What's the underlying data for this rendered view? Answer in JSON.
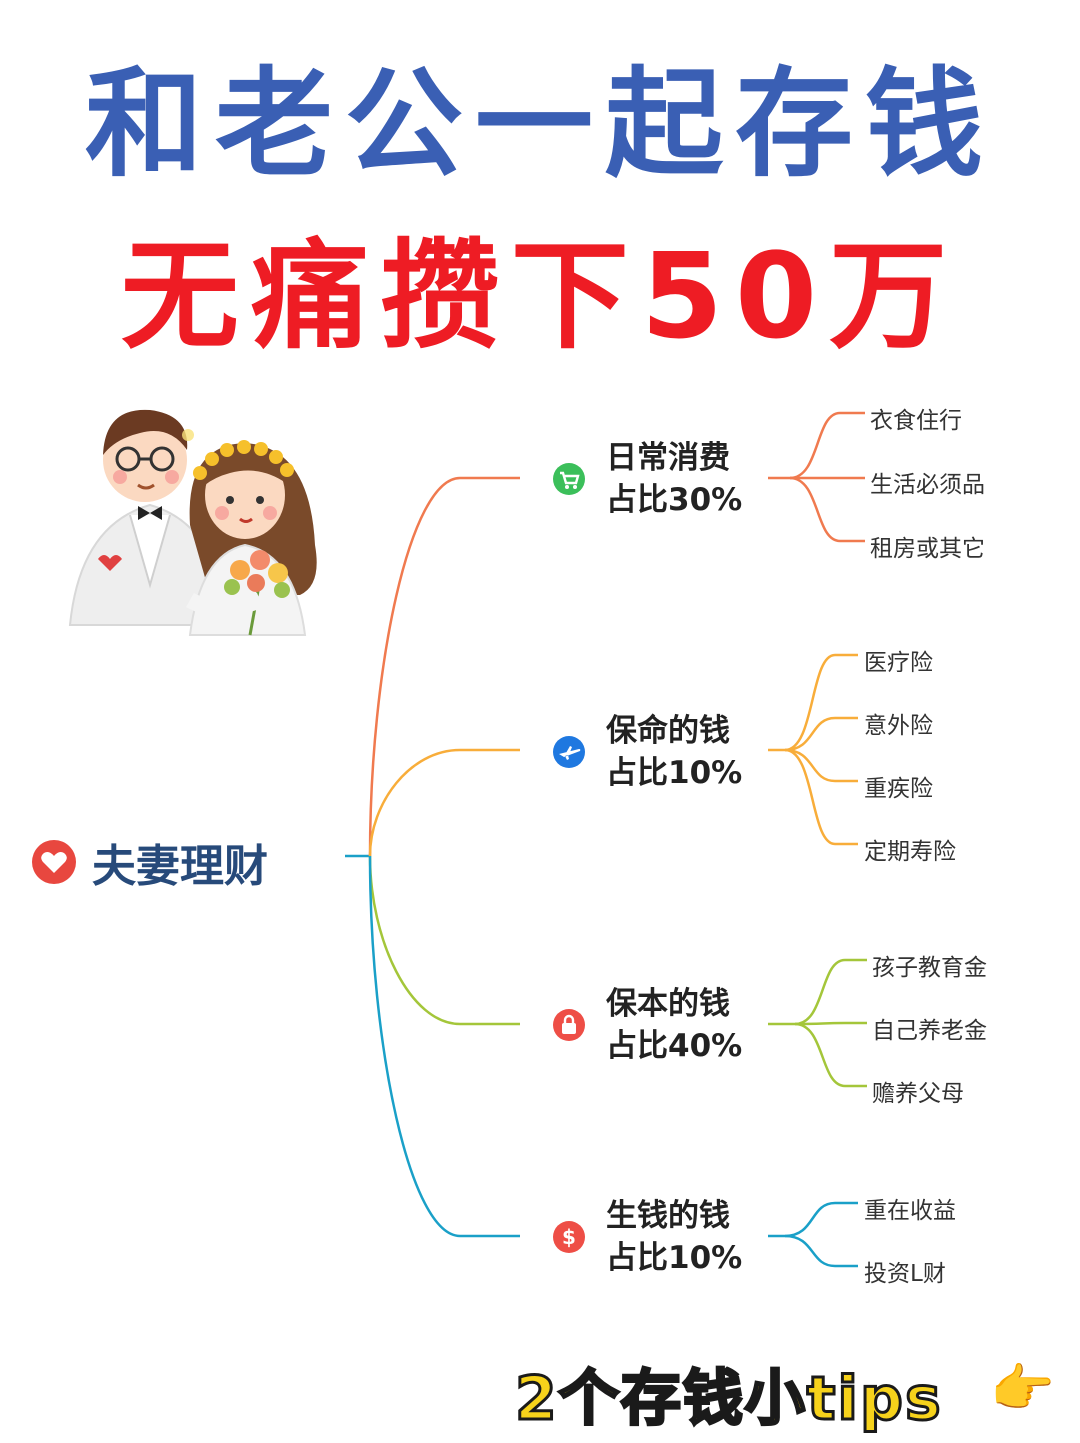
{
  "title_line1": "和老公一起存钱",
  "title_line2": "无痛攒下50万",
  "root": {
    "label": "夫妻理财"
  },
  "branches": [
    {
      "title": "日常消费",
      "ratio": "占比30%",
      "icon": "shopping-cart-icon",
      "color": "#f07a4f",
      "leaves": [
        "衣食住行",
        "生活必须品",
        "租房或其它"
      ]
    },
    {
      "title": "保命的钱",
      "ratio": "占比10%",
      "icon": "airplane-icon",
      "color": "#f8ad3a",
      "leaves": [
        "医疗险",
        "意外险",
        "重疾险",
        "定期寿险"
      ]
    },
    {
      "title": "保本的钱",
      "ratio": "占比40%",
      "icon": "lock-icon",
      "color": "#a4c63a",
      "leaves": [
        "孩子教育金",
        "自己养老金",
        "赡养父母"
      ]
    },
    {
      "title": "生钱的钱",
      "ratio": "占比10%",
      "icon": "dollar-icon",
      "color": "#1aa0c8",
      "leaves": [
        "重在收益",
        "投资L财"
      ]
    }
  ],
  "footer": "2个存钱小tips",
  "footer_icon": "pointing-hand-icon"
}
